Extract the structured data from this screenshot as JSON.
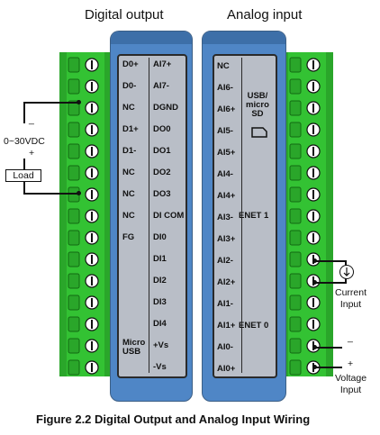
{
  "headers": {
    "left": "Digital output",
    "right": "Analog input"
  },
  "digital_panel": {
    "left_column": [
      "D0+",
      "D0-",
      "NC",
      "D1+",
      "D1-",
      "NC",
      "NC",
      "NC",
      "FG"
    ],
    "micro_usb": "Micro\nUSB",
    "right_column": [
      "AI7+",
      "AI7-",
      "DGND",
      "DO0",
      "DO1",
      "DO2",
      "DO3",
      "DI COM",
      "DI0",
      "DI1",
      "DI2",
      "DI3",
      "DI4",
      "+Vs",
      "-Vs"
    ]
  },
  "analog_panel": {
    "left_column": [
      "NC",
      "AI6-",
      "AI6+",
      "AI5-",
      "AI5+",
      "AI4-",
      "AI4+",
      "AI3-",
      "AI3+",
      "AI2-",
      "AI2+",
      "AI1-",
      "AI1+",
      "AI0-",
      "AI0+"
    ],
    "usb_sd": "USB/\nmicro\nSD",
    "enet1": "ENET 1",
    "enet0": "ENET 0"
  },
  "left_wiring": {
    "minus": "_",
    "voltage": "0~30VDC",
    "plus": "+",
    "load": "Load"
  },
  "right_wiring": {
    "current_input": "Current\nInput",
    "minus": "_",
    "plus": "+",
    "voltage_input": "Voltage\nInput"
  },
  "caption": "Figure 2.2 Digital Output and Analog Input Wiring",
  "colors": {
    "terminal_green": "#33c233",
    "terminal_dark": "#1e8a1e",
    "module_blue": "#4f86c6",
    "panel_gray": "#b9bec7"
  },
  "icons": [
    "screw-terminal-icon",
    "current-source-icon",
    "sd-card-icon"
  ]
}
